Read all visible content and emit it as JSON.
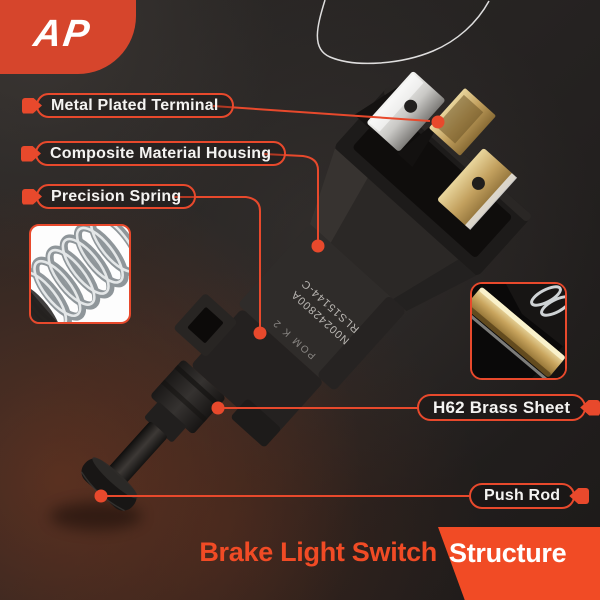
{
  "brand": {
    "logo_text": "AP"
  },
  "callouts": {
    "metal_plated_terminal": "Metal Plated Terminal",
    "composite_material_housing": "Composite Material Housing",
    "precision_spring": "Precision Spring",
    "h62_brass_sheet": "H62 Brass Sheet",
    "push_rod": "Push Rod"
  },
  "product": {
    "marking_line1": "N00242800A",
    "marking_line2": "RLS15144-C",
    "marking_side": "POM K 2"
  },
  "footer": {
    "title_accent": "Brake Light Switch",
    "title_block": "Structure"
  },
  "colors": {
    "accent": "#e8492c",
    "logo_bg": "#d6452c",
    "banner": "#f14b25",
    "background": "#272322",
    "label_text": "#f4f3f1",
    "brass": "#c9a55e",
    "silver": "#d9d8d5"
  }
}
